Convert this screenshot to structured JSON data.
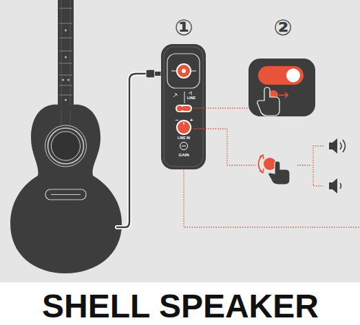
{
  "diagram": {
    "nodes": [
      {
        "text": [
          "LINE",
          "−",
          "+",
          "LINE IN",
          "GAIN"
        ]
      }
    ],
    "labels": [
      "①",
      "②",
      "SHELL SPEAKER"
    ]
  }
}
